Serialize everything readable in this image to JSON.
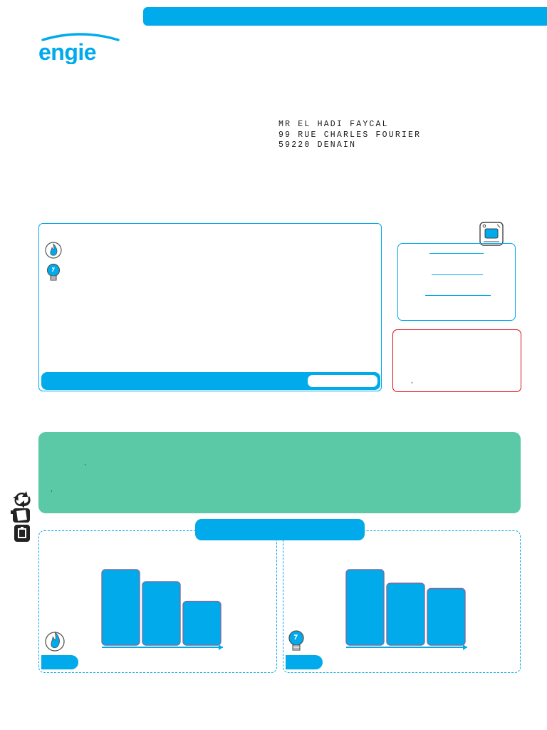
{
  "brand": {
    "name": "ENGIE",
    "primary_color": "#00aaeb",
    "alert_color": "#e30613",
    "green_color": "#5bc8a6"
  },
  "recipient": {
    "line1": "MR EL HADI FAYCAL",
    "line2": "99 RUE CHARLES FOURIER",
    "line3": "59220 DENAIN"
  },
  "alert_box": {
    "text": ","
  },
  "green_panel": {
    "text_1": ",",
    "text_2": ","
  },
  "icons": {
    "gas": "flame-icon",
    "electricity": "lightbulb-icon",
    "box": "internet-box-icon",
    "eco": "recycle-icon"
  },
  "chart_data": [
    {
      "type": "bar",
      "energy": "gas",
      "categories": [
        "",
        "",
        ""
      ],
      "values": [
        100,
        84,
        58
      ],
      "ylim": [
        0,
        100
      ]
    },
    {
      "type": "bar",
      "energy": "electricity",
      "categories": [
        "",
        "",
        ""
      ],
      "values": [
        100,
        82,
        75
      ],
      "ylim": [
        0,
        100
      ]
    }
  ]
}
